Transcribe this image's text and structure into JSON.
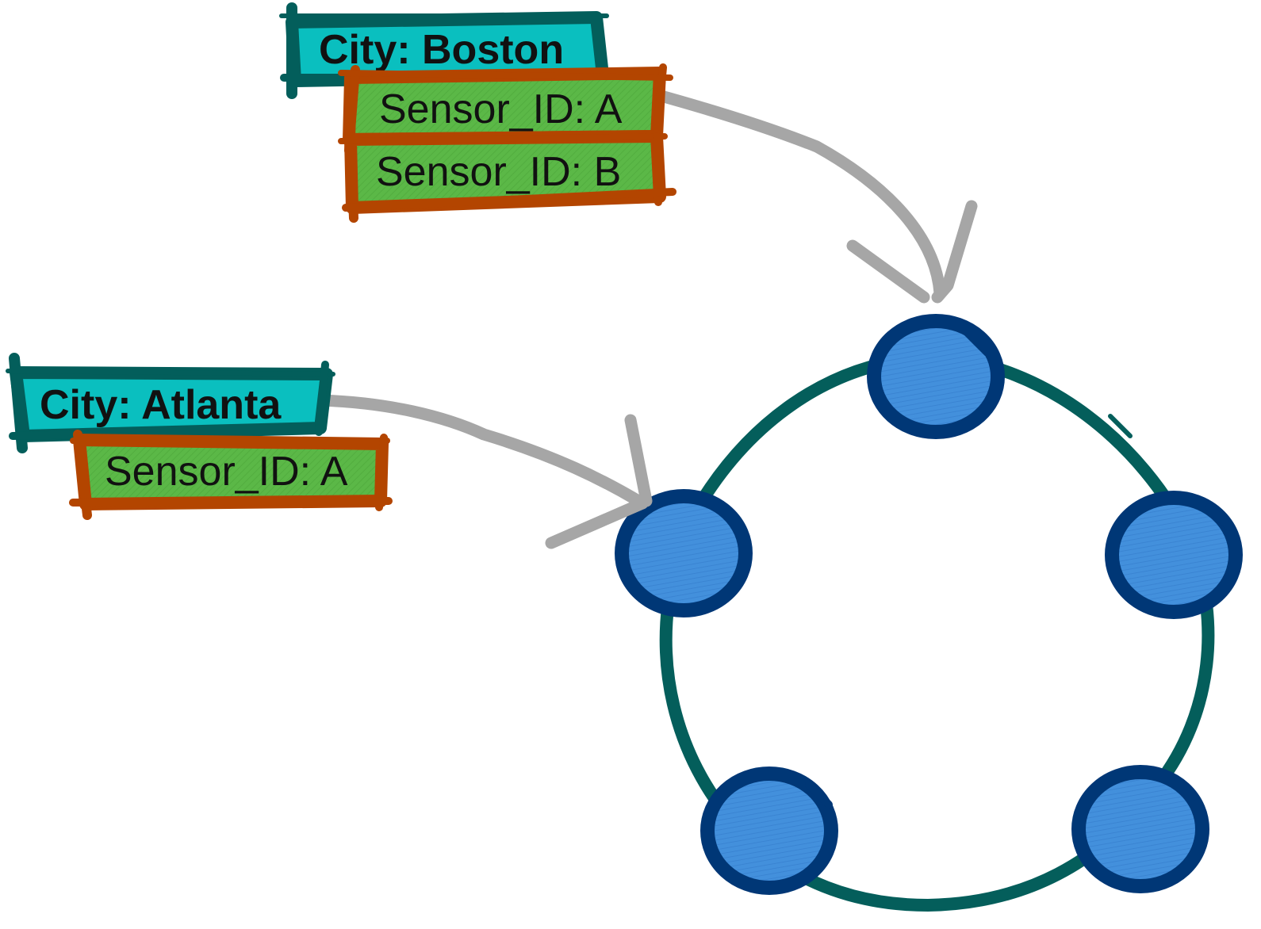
{
  "colors": {
    "city_fill": "#0ABFBF",
    "city_stroke": "#035E5B",
    "sensor_fill": "#5BB847",
    "sensor_stroke": "#B34500",
    "arrow": "#A6A6A6",
    "ring": "#045E5B",
    "node_fill": "#4390DC",
    "node_stroke": "#003776"
  },
  "groups": [
    {
      "city": "City: Boston",
      "sensors": [
        "Sensor_ID: A",
        "Sensor_ID: B"
      ]
    },
    {
      "city": "City: Atlanta",
      "sensors": [
        "Sensor_ID: A"
      ]
    }
  ],
  "ring": {
    "node_count": 5
  }
}
